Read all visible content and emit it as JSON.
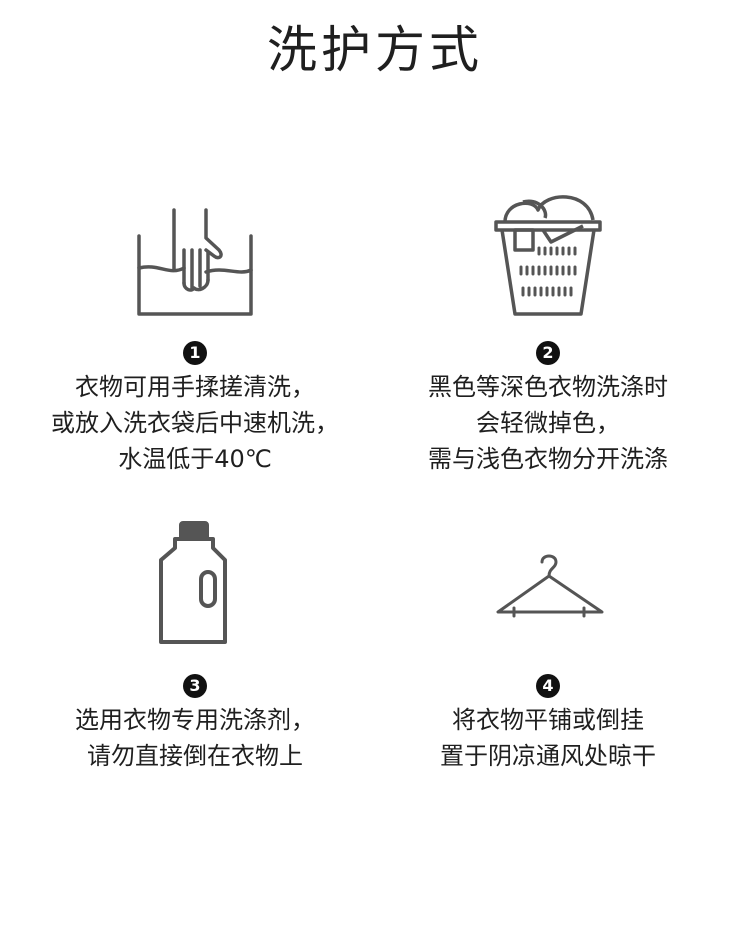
{
  "title": "洗护方式",
  "steps": [
    {
      "number": "1",
      "icon": "hand-wash-icon",
      "lines": [
        "衣物可用手揉搓清洗，",
        "或放入洗衣袋后中速机洗，",
        "水温低于40℃"
      ]
    },
    {
      "number": "2",
      "icon": "laundry-basket-icon",
      "lines": [
        "黑色等深色衣物洗涤时",
        "会轻微掉色，",
        "需与浅色衣物分开洗涤"
      ]
    },
    {
      "number": "3",
      "icon": "detergent-bottle-icon",
      "lines": [
        "选用衣物专用洗涤剂，",
        "请勿直接倒在衣物上"
      ]
    },
    {
      "number": "4",
      "icon": "hanger-icon",
      "lines": [
        "将衣物平铺或倒挂",
        "置于阴凉通风处晾干"
      ]
    }
  ],
  "colors": {
    "icon": "#555555",
    "text": "#1f1f1f",
    "badge": "#111111"
  }
}
